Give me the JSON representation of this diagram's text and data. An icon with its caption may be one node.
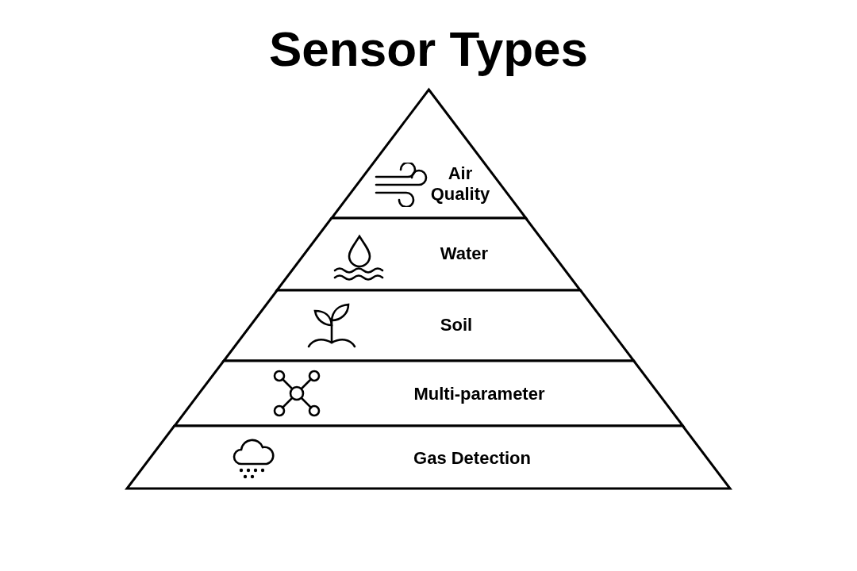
{
  "diagram": {
    "title": "Sensor Types",
    "nodes": [
      {
        "text": [
          "Air Quality"
        ]
      },
      {
        "text": [
          "Water"
        ]
      },
      {
        "text": [
          "Soil"
        ]
      },
      {
        "text": [
          "Multi-parameter"
        ]
      },
      {
        "text": [
          "Gas Detection"
        ]
      }
    ],
    "edges": []
  }
}
